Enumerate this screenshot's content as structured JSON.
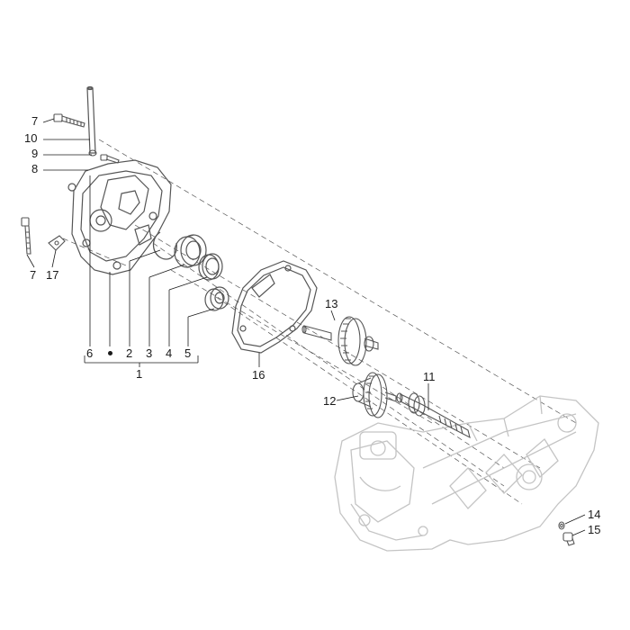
{
  "callouts": {
    "c1": "1",
    "c2": "2",
    "c3": "3",
    "c4": "4",
    "c5": "5",
    "c6": "6",
    "c7a": "7",
    "c7b": "7",
    "c8": "8",
    "c9": "9",
    "c10": "10",
    "c11": "11",
    "c12": "12",
    "c13": "13",
    "c14": "14",
    "c15": "15",
    "c16": "16",
    "c17": "17"
  },
  "colors": {
    "line": "#1a1a1a",
    "part": "#555555",
    "ghost": "#c4c4c4"
  }
}
